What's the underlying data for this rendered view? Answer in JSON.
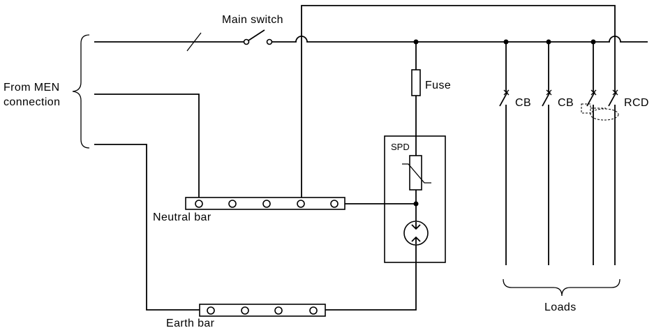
{
  "labels": {
    "main_switch": "Main switch",
    "from_men_line1": "From MEN",
    "from_men_line2": "connection",
    "fuse": "Fuse",
    "spd": "SPD",
    "cb_1": "CB",
    "cb_2": "CB",
    "rcd": "RCD",
    "neutral_bar": "Neutral bar",
    "earth_bar": "Earth bar",
    "loads": "Loads"
  },
  "neutral_bar_terminals": 5,
  "earth_bar_terminals": 4
}
